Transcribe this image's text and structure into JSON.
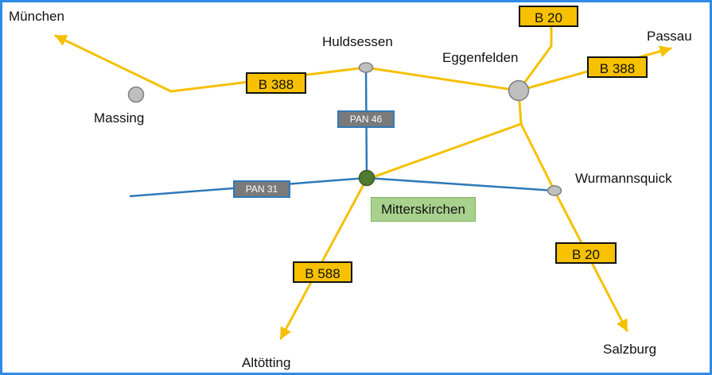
{
  "places": {
    "munchen": "München",
    "huldsessen": "Huldsessen",
    "eggenfelden": "Eggenfelden",
    "passau": "Passau",
    "massing": "Massing",
    "wurmannsquick": "Wurmannsquick",
    "mitterskirchen": "Mitterskirchen",
    "altotting": "Altötting",
    "salzburg": "Salzburg"
  },
  "roads": {
    "b388_west": "B 388",
    "b388_east": "B 388",
    "b20_north": "B 20",
    "b20_south": "B 20",
    "b588": "B 588",
    "pan46": "PAN 46",
    "pan31": "PAN 31"
  },
  "colors": {
    "federal_road": "#f5c000",
    "district_road": "#2f79b8",
    "border": "#2f8be6",
    "town_node": "#bfbfbf",
    "highlight_node": "#4f7a2f",
    "highlight_label": "#a9d18e"
  }
}
